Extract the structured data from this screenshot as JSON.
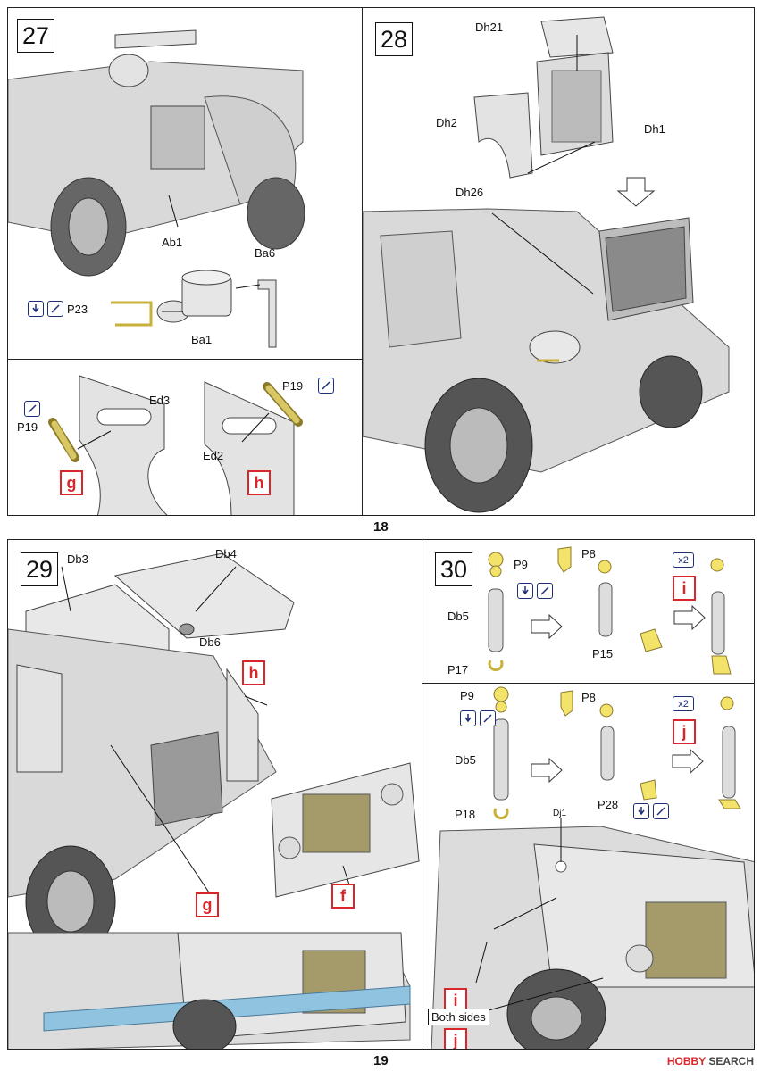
{
  "page_top": {
    "page_number": "18",
    "step27": {
      "number": "27",
      "labels": {
        "ab1": "Ab1",
        "ba6": "Ba6",
        "p23": "P23",
        "ba1": "Ba1"
      }
    },
    "step28": {
      "number": "28",
      "labels": {
        "dh21": "Dh21",
        "dh2": "Dh2",
        "dh1": "Dh1",
        "dh26": "Dh26"
      }
    },
    "sub_panel": {
      "labels": {
        "ed3": "Ed3",
        "p19_left": "P19",
        "ed2": "Ed2",
        "p19_right": "P19"
      },
      "marks": {
        "g": "g",
        "h": "h"
      }
    }
  },
  "page_bottom": {
    "page_number": "19",
    "step29": {
      "number": "29",
      "labels": {
        "db3": "Db3",
        "db4": "Db4",
        "db6": "Db6"
      },
      "marks": {
        "h": "h",
        "f": "f",
        "g": "g"
      }
    },
    "step30": {
      "number": "30",
      "row1": {
        "labels": {
          "p9": "P9",
          "p8": "P8",
          "db5": "Db5",
          "p17": "P17",
          "p15": "P15"
        },
        "multiplier": "x2",
        "mark": "i"
      },
      "row2": {
        "labels": {
          "p9": "P9",
          "p8": "P8",
          "db5": "Db5",
          "p18": "P18",
          "p28": "P28",
          "dj1": "Dj1"
        },
        "multiplier": "x2",
        "mark": "j",
        "mark_i": "i",
        "both_sides": "Both sides",
        "mark_j2": "j"
      }
    }
  },
  "watermark": {
    "brand": "HOBBY",
    "site": "SEARCH"
  },
  "colors": {
    "red_mark": "#d8262b",
    "part_yellow": "#f3e36b",
    "icon_blue": "#1e2f7a",
    "model_grey": "#d9d9d9",
    "blue_frame": "#8fc3df"
  },
  "icons": [
    "remove-from-sprue-icon",
    "cut-icon",
    "bend-icon"
  ]
}
